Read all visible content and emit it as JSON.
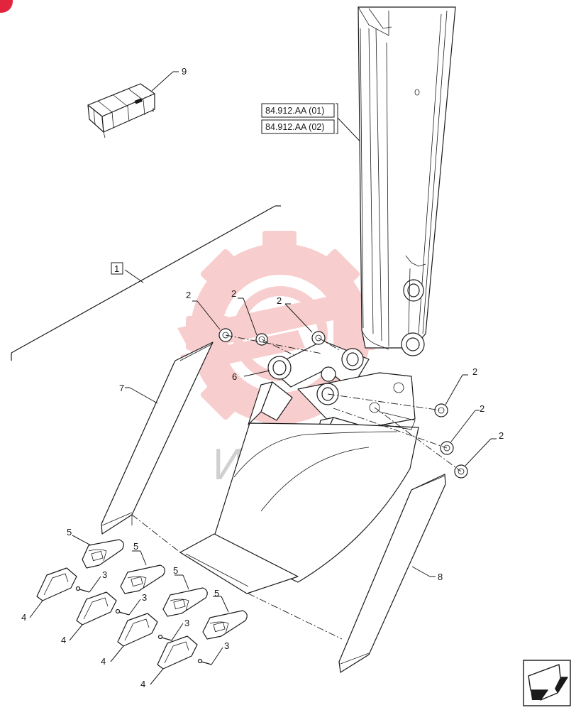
{
  "callouts": {
    "item1": "1",
    "item2": "2",
    "item3": "3",
    "item4": "4",
    "item5": "5",
    "item6": "6",
    "item7": "7",
    "item8": "8",
    "item9": "9"
  },
  "references": [
    "84.912.AA (01)",
    "84.912.AA (02)"
  ],
  "watermark": {
    "text": "ИНТЕХ",
    "color": "#d0d0d0",
    "logo_color": "#f4a6a6"
  },
  "corner_badge_color": "#e2253c",
  "nav_icon": "next-page-arrow-icon"
}
